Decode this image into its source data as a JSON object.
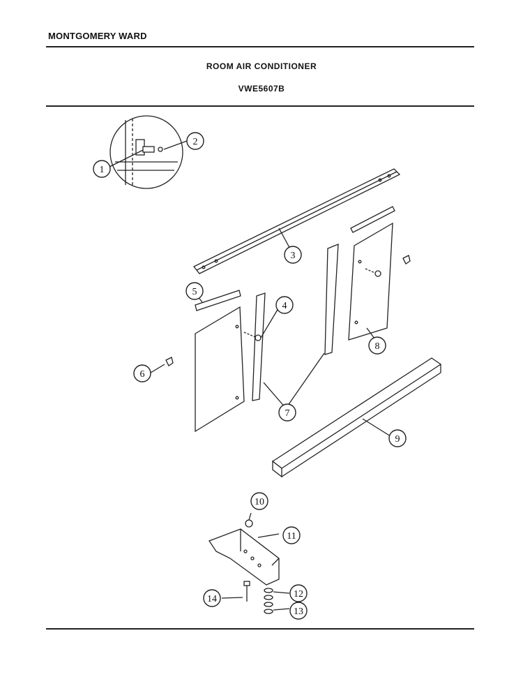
{
  "header": {
    "brand": "MONTGOMERY WARD",
    "product": "ROOM AIR CONDITIONER",
    "model": "VWE5607B"
  },
  "callouts": [
    "1",
    "2",
    "3",
    "4",
    "5",
    "6",
    "7",
    "8",
    "9",
    "10",
    "11",
    "12",
    "13",
    "14"
  ]
}
